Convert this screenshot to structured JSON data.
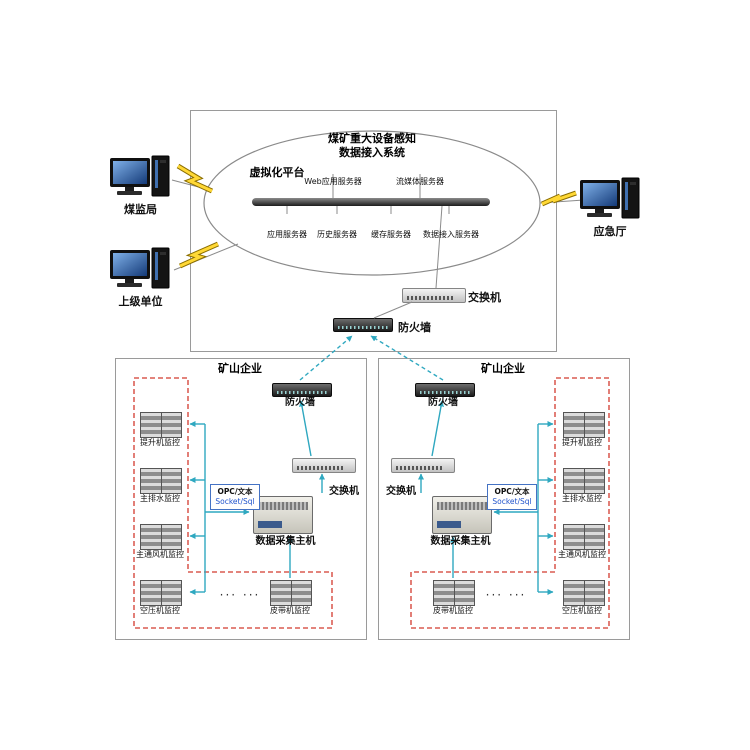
{
  "cloud": {
    "title1": "煤矿重大设备感知",
    "title2": "数据接入系统",
    "platform": "虚拟化平台",
    "top_servers": [
      "Web应用服务器",
      "流媒体服务器"
    ],
    "bottom_servers": [
      "应用服务器",
      "历史服务器",
      "缓存服务器",
      "数据接入服务器"
    ]
  },
  "external": {
    "bureau": "煤监局",
    "superior": "上级单位",
    "emergency": "应急厅"
  },
  "core": {
    "switch": "交换机",
    "firewall": "防火墙"
  },
  "sites": [
    {
      "title": "矿山企业",
      "firewall": "防火墙",
      "switch": "交换机",
      "host": "数据采集主机",
      "protocol1": "OPC/文本",
      "protocol2": "Socket/Sql",
      "monitors": [
        "提升机监控",
        "主排水监控",
        "主通风机监控",
        "空压机监控"
      ],
      "belt": "皮带机监控",
      "dots": "···  ···"
    },
    {
      "title": "矿山企业",
      "firewall": "防火墙",
      "switch": "交换机",
      "host": "数据采集主机",
      "protocol1": "OPC/文本",
      "protocol2": "Socket/Sql",
      "monitors": [
        "提升机监控",
        "主排水监控",
        "主通风机监控",
        "空压机监控"
      ],
      "belt": "皮带机监控",
      "dots": "···  ···"
    }
  ],
  "colors": {
    "arrow": "#2fa8c0",
    "boundary": "#d23a2e",
    "bolt": "#ffd835",
    "screen": "#2a5aa8"
  }
}
